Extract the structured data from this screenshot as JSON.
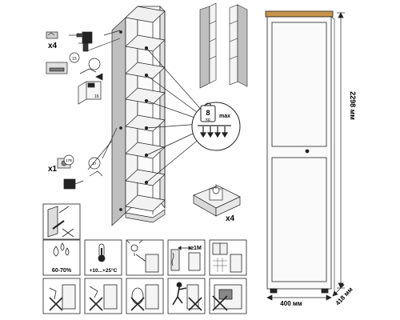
{
  "product": {
    "dimensions": {
      "height": "2298 мм",
      "width": "400 мм",
      "depth": "418 мм"
    },
    "load": {
      "value": "8",
      "unit": "kg",
      "qualifier": "max"
    }
  },
  "assembly": {
    "screw_count_top": "x4",
    "screw_count_hinge": "x1",
    "leveler_count": "x4",
    "part_code_1": "15",
    "part_code_2": "16",
    "part_code_3": "17B",
    "part_code_4": "17"
  },
  "care": {
    "humidity": "60-70%",
    "temperature": "+10...+25°C",
    "distance": "≥1M"
  },
  "colors": {
    "line": "#222222",
    "panel": "#ececec",
    "door_side": "#bfbfbf",
    "top_wood": "#c8944a",
    "cabinet_white": "#fafafa"
  }
}
